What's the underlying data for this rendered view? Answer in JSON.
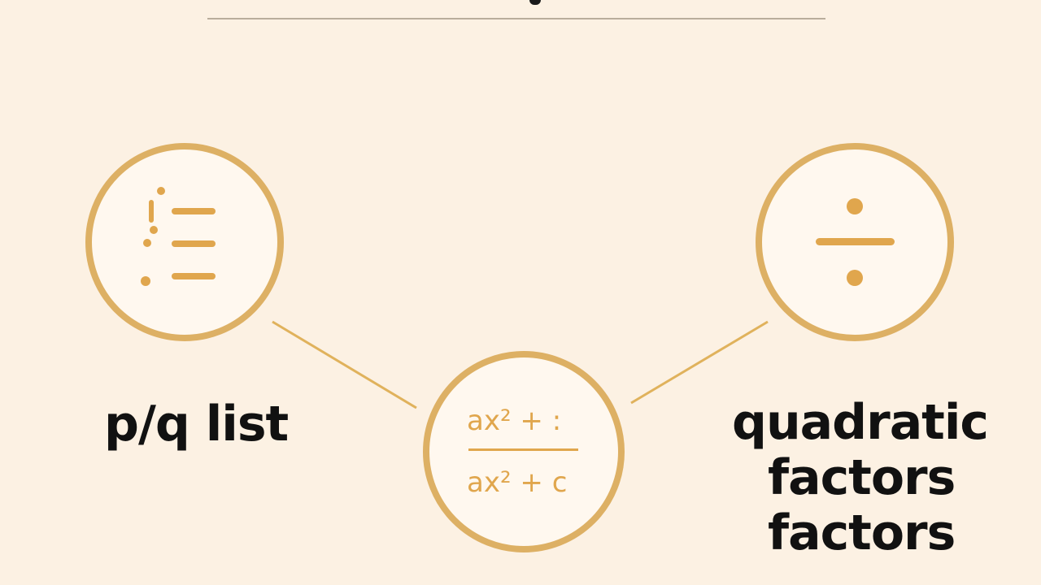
{
  "diagram": {
    "nodes": {
      "left": {
        "icon": "list-icon",
        "label": "p/q list"
      },
      "right": {
        "icon": "division-icon",
        "label_lines": [
          "quadratic",
          "factors",
          "factors"
        ]
      },
      "center": {
        "icon": "fraction-icon",
        "numerator": "ax² + :",
        "denominator": "ax² + c"
      }
    },
    "colors": {
      "background": "#fcf1e3",
      "accent": "#e0a64d",
      "circle_ring": "#ddb064",
      "circle_fill": "#fff8ef",
      "connector": "#e0b25c",
      "label_text": "#111111",
      "title_rule": "#b9ad9c"
    }
  }
}
